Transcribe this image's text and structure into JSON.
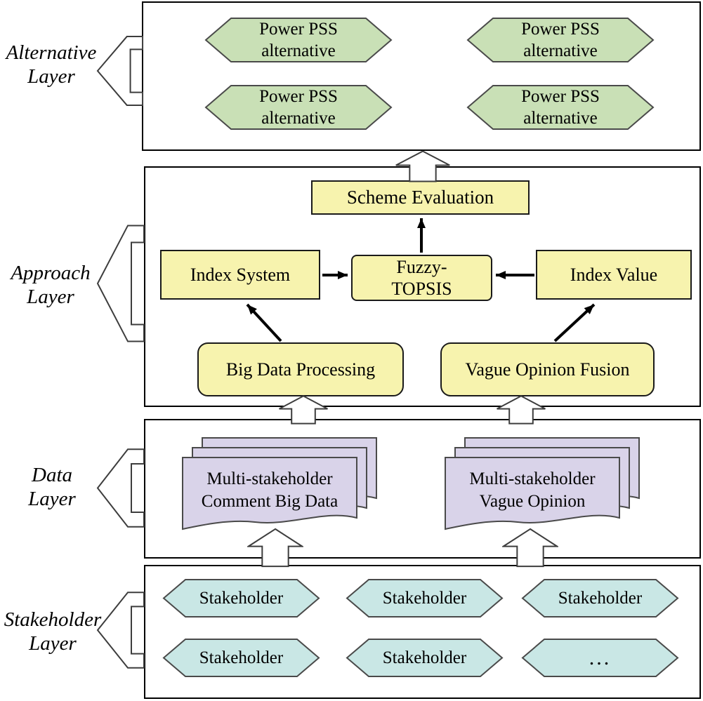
{
  "colors": {
    "alternative_hex_fill": "#c9e0b6",
    "approach_box_fill": "#f7f3ae",
    "data_doc_fill": "#d9d3e9",
    "stakeholder_hex_fill": "#c9e7e5",
    "layer_box_border": "#000000",
    "shape_border": "#4a4a4a",
    "connector_color": "#000000"
  },
  "alternative_layer": {
    "label": [
      "Alternative",
      "Layer"
    ],
    "hexagons": [
      {
        "line1": "Power PSS",
        "line2": "alternative"
      },
      {
        "line1": "Power PSS",
        "line2": "alternative"
      },
      {
        "line1": "Power PSS",
        "line2": "alternative"
      },
      {
        "line1": "Power PSS",
        "line2": "alternative"
      }
    ]
  },
  "approach_layer": {
    "label": [
      "Approach",
      "Layer"
    ],
    "scheme_evaluation": "Scheme Evaluation",
    "index_system": "Index System",
    "fuzzy_topsis": {
      "line1": "Fuzzy-",
      "line2": "TOPSIS"
    },
    "index_value": "Index Value",
    "big_data_processing": "Big Data Processing",
    "vague_opinion_fusion": "Vague Opinion Fusion"
  },
  "data_layer": {
    "label": [
      "Data",
      "Layer"
    ],
    "documents": [
      {
        "line1": "Multi-stakeholder",
        "line2": "Comment Big Data"
      },
      {
        "line1": "Multi-stakeholder",
        "line2": "Vague Opinion"
      }
    ]
  },
  "stakeholder_layer": {
    "label": [
      "Stakeholder",
      "Layer"
    ],
    "hexagons": [
      "Stakeholder",
      "Stakeholder",
      "Stakeholder",
      "Stakeholder",
      "Stakeholder",
      "..."
    ]
  }
}
